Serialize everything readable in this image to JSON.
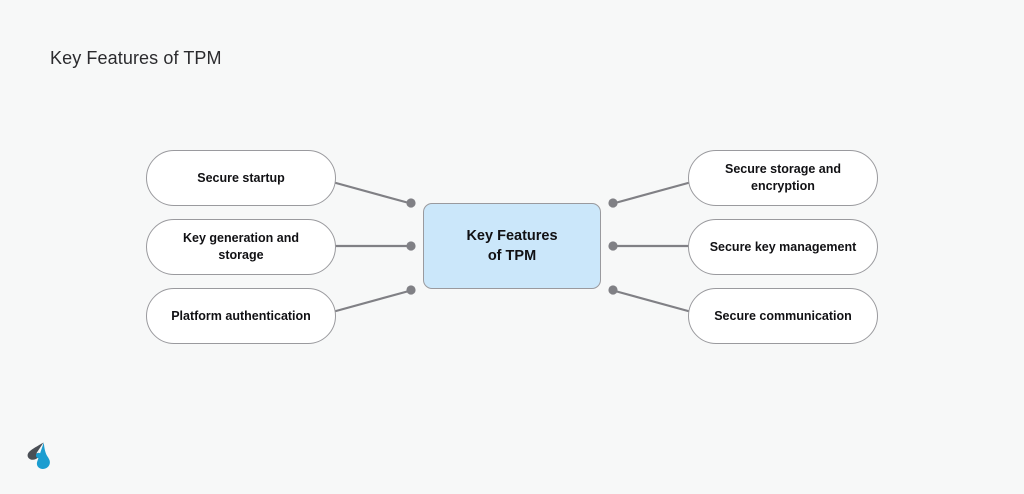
{
  "page": {
    "title": "Key Features of TPM",
    "background_color": "#f7f8f8"
  },
  "diagram": {
    "type": "mind-map",
    "center": {
      "label": "Key Features\nof TPM",
      "fill_color": "#cbe7fa",
      "border_color": "#9a9a9e"
    },
    "connector_color": "#808085",
    "node_fill_color": "#ffffff",
    "node_border_color": "#9a9a9e",
    "left_nodes": [
      {
        "label": "Secure startup"
      },
      {
        "label": "Key generation and storage"
      },
      {
        "label": "Platform authentication"
      }
    ],
    "right_nodes": [
      {
        "label": "Secure storage and\nencryption"
      },
      {
        "label": "Secure key management"
      },
      {
        "label": "Secure communication"
      }
    ]
  },
  "logo": {
    "name": "brand-logo",
    "dark_color": "#4a4f56",
    "accent_color": "#1b9dd0"
  }
}
